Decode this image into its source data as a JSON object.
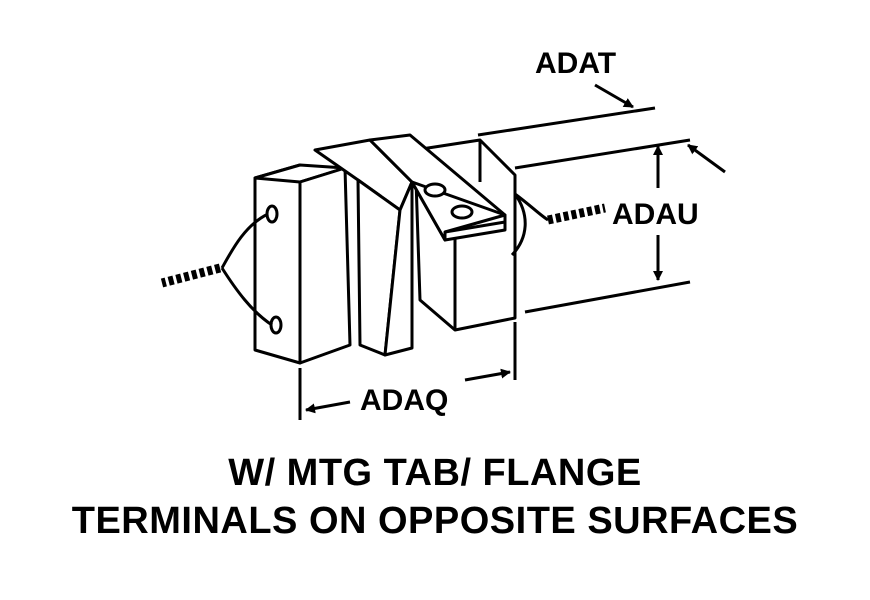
{
  "dimensions": {
    "top_length": "ADAT",
    "height": "ADAU",
    "width": "ADAQ"
  },
  "caption": {
    "line1": "W/ MTG TAB/ FLANGE",
    "line2": "TERMINALS ON OPPOSITE SURFACES"
  }
}
